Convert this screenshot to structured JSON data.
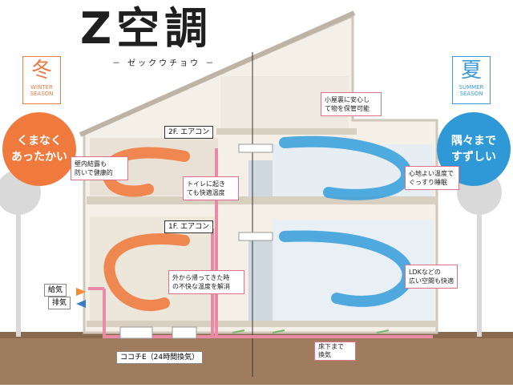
{
  "brand": {
    "title": "Z空調",
    "reading": "－ ゼックウチョウ －"
  },
  "winter": {
    "kanji": "冬",
    "en_line1": "WINTER",
    "en_line2": "SEASON",
    "headline": "くまなく\nあったかい"
  },
  "summer": {
    "kanji": "夏",
    "en_line1": "SUMMER",
    "en_line2": "SEASON",
    "headline": "隅々まで\nすずしい"
  },
  "labels": {
    "aircon_2f": "2F. エアコン",
    "aircon_1f": "1F. エアコン",
    "supply_air": "給気",
    "exhaust_air": "排気",
    "ventilation_unit": "ココチE（24時間換気）"
  },
  "callouts": {
    "condensation": "壁内結露も\n防いで健康的",
    "toilet": "トイレに起き\nても快適温度",
    "outside": "外から帰ってきた時\nの不快な温度を解消",
    "attic": "小屋裏に安心し\nて物を保管可能",
    "comfort": "心地よい温度で\nぐっすり睡眠",
    "ldk": "LDKなどの\n広い空間も快適",
    "underfloor": "床下まで\n換気"
  },
  "colors": {
    "warm": "#f07a3d",
    "cool": "#2f98d6",
    "duct": "#e98aa6",
    "callout_border": "#e0708a"
  }
}
